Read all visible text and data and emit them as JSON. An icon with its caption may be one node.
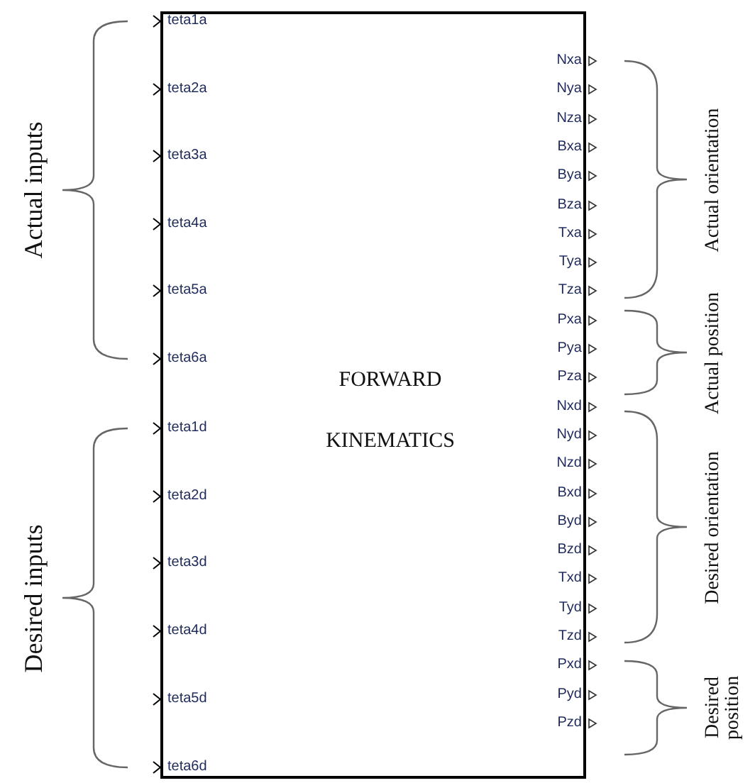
{
  "diagram": {
    "nodes": [
      {
        "text": [
          "FORWARD KINEMATICS"
        ]
      }
    ],
    "edges": [],
    "labels": [
      "Actual inputs",
      "teta1a",
      "teta2a",
      "teta3a",
      "teta4a",
      "teta5a",
      "teta6a",
      "Desired inputs",
      "teta1d",
      "teta2d",
      "teta3d",
      "teta4d",
      "teta5d",
      "teta6d",
      "Nxa",
      "Nya",
      "Nza",
      "Bxa",
      "Bya",
      "Bza",
      "Txa",
      "Tya",
      "Tza",
      "Actual orientation",
      "Pxa",
      "Pya",
      "Pza",
      "Actual position",
      "Nxd",
      "Nyd",
      "Nzd",
      "Bxd",
      "Byd",
      "Bzd",
      "Txd",
      "Tyd",
      "Tzd",
      "Desired orientation",
      "Pxd",
      "Pyd",
      "Pzd",
      "Desired position"
    ]
  }
}
